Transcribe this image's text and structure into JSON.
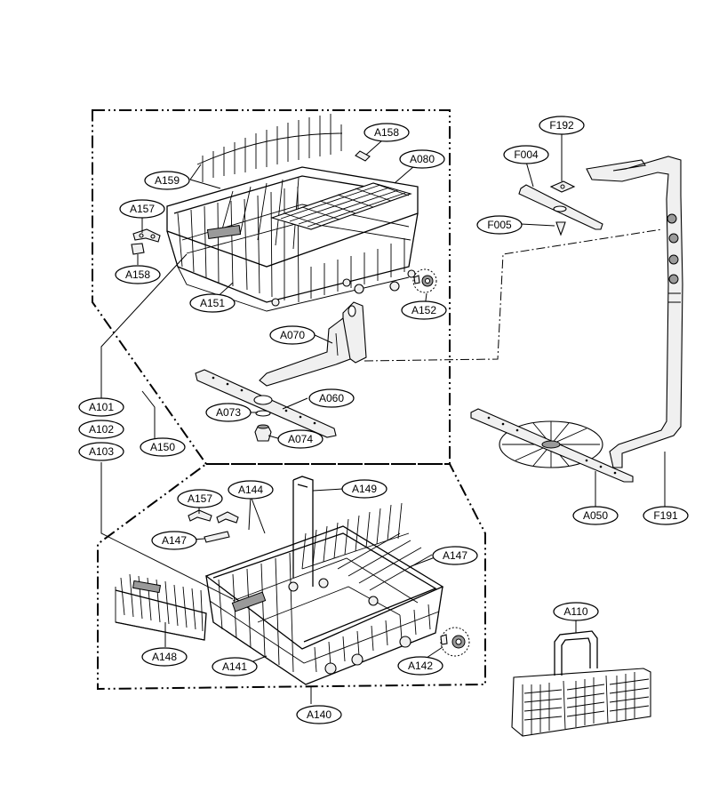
{
  "labels": {
    "A159": "A159",
    "A158_top": "A158",
    "A080": "A080",
    "A157_top": "A157",
    "A158_left": "A158",
    "A151": "A151",
    "A152": "A152",
    "A070": "A070",
    "A060": "A060",
    "A073": "A073",
    "A074": "A074",
    "A101": "A101",
    "A102": "A102",
    "A103": "A103",
    "A150": "A150",
    "F192": "F192",
    "F004": "F004",
    "F005": "F005",
    "A050": "A050",
    "F191": "F191",
    "A157_bot": "A157",
    "A144": "A144",
    "A149": "A149",
    "A147_left": "A147",
    "A147_right": "A147",
    "A148": "A148",
    "A141": "A141",
    "A142": "A142",
    "A140": "A140",
    "A110": "A110"
  }
}
